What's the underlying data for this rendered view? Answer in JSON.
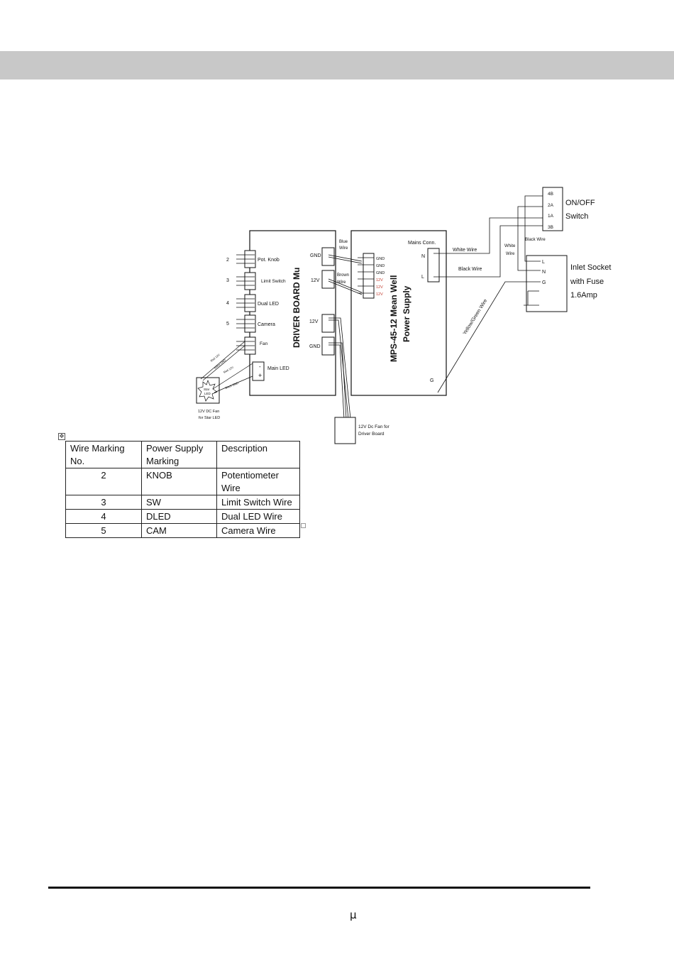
{
  "diagram": {
    "driver_board": {
      "title": "DRIVER BOARD Mu",
      "left_connectors": [
        {
          "number": "2",
          "label": "Pot. Knob"
        },
        {
          "number": "3",
          "label": "Limit Switch"
        },
        {
          "number": "4",
          "label": "Dual LED"
        },
        {
          "number": "5",
          "label": "Camera"
        },
        {
          "number": "",
          "label": "Fan"
        }
      ],
      "main_led": "Main LED",
      "main_led_minus": "-",
      "main_led_plus": "+",
      "right_terminals": [
        "GND",
        "12V",
        "12V",
        "GND"
      ]
    },
    "power_supply": {
      "title_line1": "MPS-45-12 Mean Well",
      "title_line2": "Power Supply",
      "terminal_labels": [
        "GND",
        "GND",
        "GND",
        "12V",
        "12V",
        "12V"
      ],
      "mains_conn": "Mains Conn.",
      "n": "N",
      "l": "L",
      "g": "G"
    },
    "wires": {
      "blue_line1": "Blue",
      "blue_line2": "Wire",
      "brown_line1": "Brown",
      "brown_line2": "Wire",
      "white": "White Wire",
      "black": "Black Wire",
      "white_v_line1": "White",
      "white_v_line2": "Wire",
      "black_v": "Black Wire",
      "yellow_green": "Yellow/Green Wire",
      "fan_wire_labels": [
        "Red 12V",
        "Black GND",
        "Red 12V",
        "Black GND"
      ]
    },
    "switch": {
      "pins": [
        "4B",
        "2A",
        "1A",
        "3B"
      ],
      "label_line1": "ON/OFF",
      "label_line2": "Switch"
    },
    "inlet": {
      "pins": [
        "L",
        "N",
        "G"
      ],
      "label_line1": "Inlet Socket",
      "label_line2": "with Fuse",
      "label_line3": "1.6Amp"
    },
    "star_fan": {
      "inner_line1": "Star",
      "inner_line2": "LED",
      "caption_line1": "12V DC Fan",
      "caption_line2": "for Star LED"
    },
    "driver_fan": {
      "caption_line1": "12V Dc Fan for",
      "caption_line2": "Driver Board"
    }
  },
  "table": {
    "headers": [
      "Wire Marking No.",
      "Power Supply Marking",
      "Description"
    ],
    "rows": [
      [
        "2",
        "KNOB",
        "Potentiometer Wire"
      ],
      [
        "3",
        "SW",
        "Limit Switch Wire"
      ],
      [
        "4",
        "DLED",
        "Dual LED Wire"
      ],
      [
        "5",
        "CAM",
        "Camera Wire"
      ]
    ]
  },
  "footer": {
    "page_marker": "µ"
  }
}
